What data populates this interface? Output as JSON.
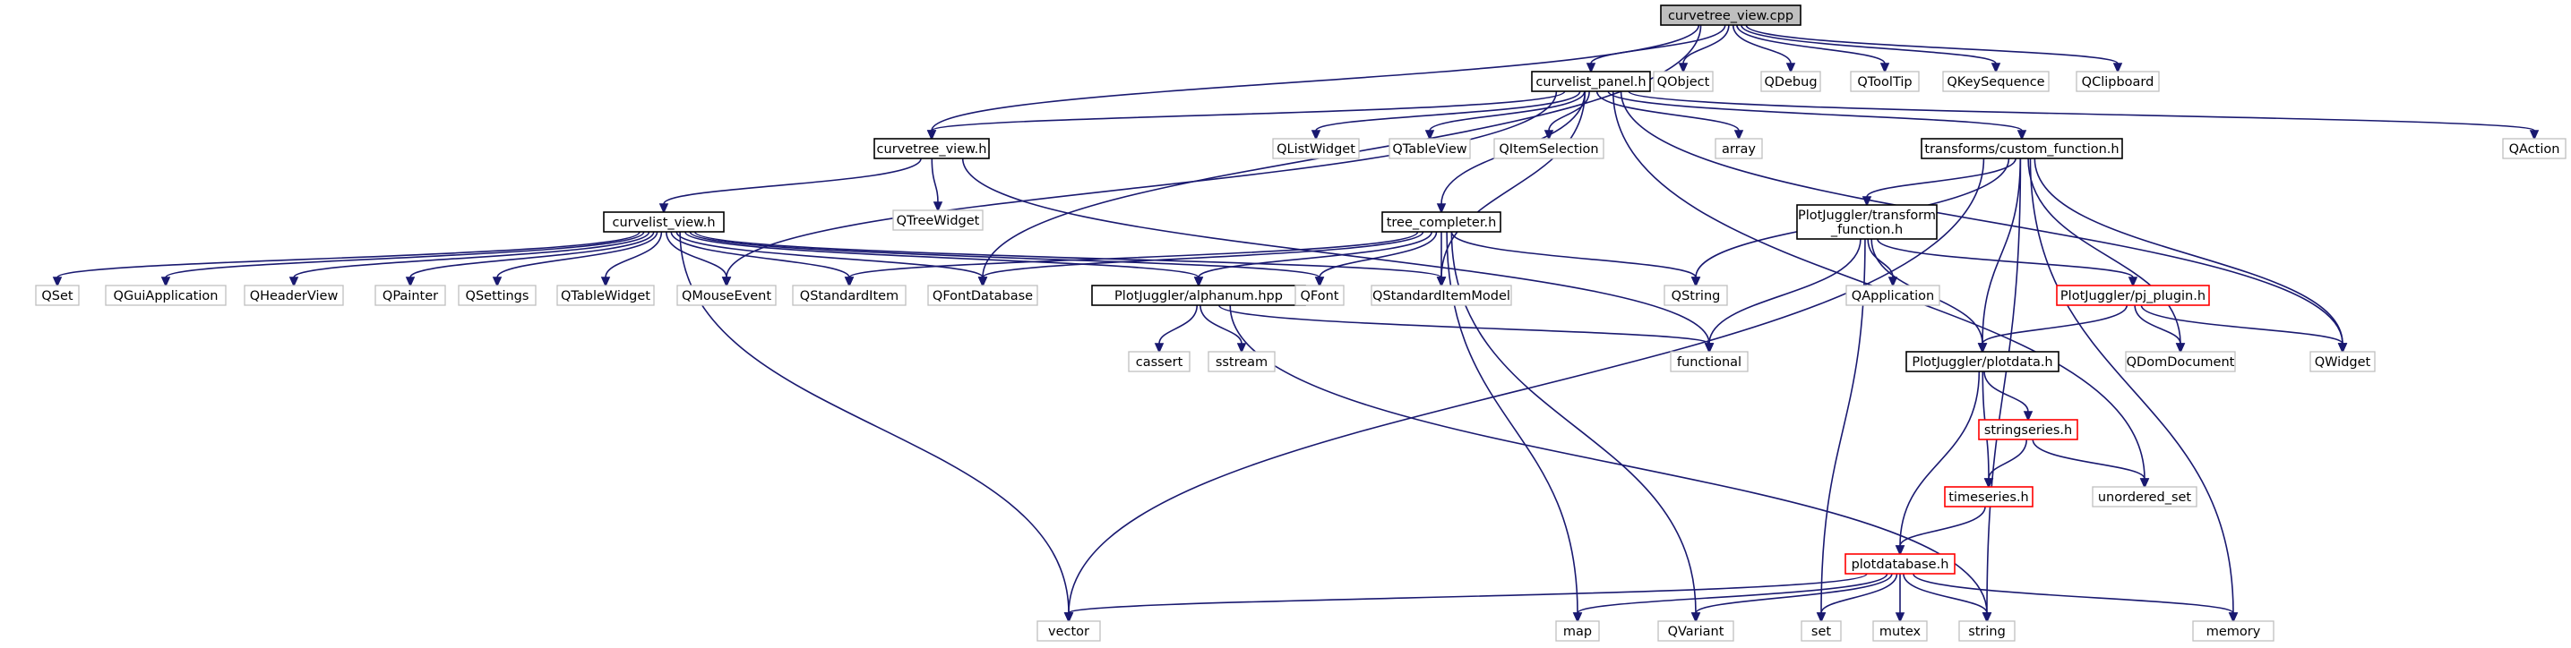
{
  "graph": {
    "edge_color": "#191970",
    "colors": {
      "root_fill": "#bfbfbf",
      "internal_border": "#000000",
      "missing_border": "#ff0000",
      "external_border": "#bfbfbf"
    },
    "nodes": [
      {
        "id": "root",
        "label": "curvetree_view.cpp",
        "kind": "root"
      },
      {
        "id": "cpanel",
        "label": "curvelist_panel.h",
        "kind": "internal"
      },
      {
        "id": "qobject",
        "label": "QObject",
        "kind": "external"
      },
      {
        "id": "qdebug",
        "label": "QDebug",
        "kind": "external"
      },
      {
        "id": "qtooltip",
        "label": "QToolTip",
        "kind": "external"
      },
      {
        "id": "qkeyseq",
        "label": "QKeySequence",
        "kind": "external"
      },
      {
        "id": "qclip",
        "label": "QClipboard",
        "kind": "external"
      },
      {
        "id": "ctview",
        "label": "curvetree_view.h",
        "kind": "internal"
      },
      {
        "id": "qlistw",
        "label": "QListWidget",
        "kind": "external"
      },
      {
        "id": "qtablev",
        "label": "QTableView",
        "kind": "external"
      },
      {
        "id": "qitemsel",
        "label": "QItemSelection",
        "kind": "external"
      },
      {
        "id": "array",
        "label": "array",
        "kind": "external"
      },
      {
        "id": "tcustom",
        "label": "transforms/custom_function.h",
        "kind": "internal"
      },
      {
        "id": "qaction",
        "label": "QAction",
        "kind": "external"
      },
      {
        "id": "qtreew",
        "label": "QTreeWidget",
        "kind": "external"
      },
      {
        "id": "clview",
        "label": "curvelist_view.h",
        "kind": "internal"
      },
      {
        "id": "tcompl",
        "label": "tree_completer.h",
        "kind": "internal"
      },
      {
        "id": "ptrans",
        "label": "PlotJuggler/transform\n_function.h",
        "kind": "internal"
      },
      {
        "id": "qset",
        "label": "QSet",
        "kind": "external"
      },
      {
        "id": "qguiapp",
        "label": "QGuiApplication",
        "kind": "external"
      },
      {
        "id": "qheader",
        "label": "QHeaderView",
        "kind": "external"
      },
      {
        "id": "qpainter",
        "label": "QPainter",
        "kind": "external"
      },
      {
        "id": "qsettings",
        "label": "QSettings",
        "kind": "external"
      },
      {
        "id": "qtablew",
        "label": "QTableWidget",
        "kind": "external"
      },
      {
        "id": "qmouse",
        "label": "QMouseEvent",
        "kind": "external"
      },
      {
        "id": "qstditem",
        "label": "QStandardItem",
        "kind": "external"
      },
      {
        "id": "qfontdb",
        "label": "QFontDatabase",
        "kind": "external"
      },
      {
        "id": "palpha",
        "label": "PlotJuggler/alphanum.hpp",
        "kind": "internal"
      },
      {
        "id": "qfont",
        "label": "QFont",
        "kind": "external"
      },
      {
        "id": "qstdmodel",
        "label": "QStandardItemModel",
        "kind": "external"
      },
      {
        "id": "qstring",
        "label": "QString",
        "kind": "external"
      },
      {
        "id": "qapp",
        "label": "QApplication",
        "kind": "external"
      },
      {
        "id": "ppjplugin",
        "label": "PlotJuggler/pj_plugin.h",
        "kind": "missing"
      },
      {
        "id": "qwidget",
        "label": "QWidget",
        "kind": "external"
      },
      {
        "id": "cassert",
        "label": "cassert",
        "kind": "external"
      },
      {
        "id": "sstream",
        "label": "sstream",
        "kind": "external"
      },
      {
        "id": "functional",
        "label": "functional",
        "kind": "external"
      },
      {
        "id": "pplotdata",
        "label": "PlotJuggler/plotdata.h",
        "kind": "internal"
      },
      {
        "id": "qdomdoc",
        "label": "QDomDocument",
        "kind": "external"
      },
      {
        "id": "strseries",
        "label": "stringseries.h",
        "kind": "missing"
      },
      {
        "id": "timeseries",
        "label": "timeseries.h",
        "kind": "missing"
      },
      {
        "id": "unordset",
        "label": "unordered_set",
        "kind": "external"
      },
      {
        "id": "plotdb",
        "label": "plotdatabase.h",
        "kind": "missing"
      },
      {
        "id": "vector",
        "label": "vector",
        "kind": "external"
      },
      {
        "id": "map",
        "label": "map",
        "kind": "external"
      },
      {
        "id": "qvariant",
        "label": "QVariant",
        "kind": "external"
      },
      {
        "id": "set",
        "label": "set",
        "kind": "external"
      },
      {
        "id": "mutex",
        "label": "mutex",
        "kind": "external"
      },
      {
        "id": "string",
        "label": "string",
        "kind": "external"
      },
      {
        "id": "memory",
        "label": "memory",
        "kind": "external"
      }
    ],
    "edges": [
      [
        "root",
        "cpanel"
      ],
      [
        "root",
        "qobject"
      ],
      [
        "root",
        "qdebug"
      ],
      [
        "root",
        "qtooltip"
      ],
      [
        "root",
        "qkeyseq"
      ],
      [
        "root",
        "qclip"
      ],
      [
        "root",
        "ctview"
      ],
      [
        "root",
        "qfontdb"
      ],
      [
        "cpanel",
        "ctview"
      ],
      [
        "cpanel",
        "qlistw"
      ],
      [
        "cpanel",
        "qtablev"
      ],
      [
        "cpanel",
        "qitemsel"
      ],
      [
        "cpanel",
        "array"
      ],
      [
        "cpanel",
        "tcustom"
      ],
      [
        "cpanel",
        "qaction"
      ],
      [
        "cpanel",
        "tcompl"
      ],
      [
        "cpanel",
        "qmouse"
      ],
      [
        "cpanel",
        "qstdmodel"
      ],
      [
        "cpanel",
        "qwidget"
      ],
      [
        "cpanel",
        "unordset"
      ],
      [
        "ctview",
        "qtreew"
      ],
      [
        "ctview",
        "clview"
      ],
      [
        "ctview",
        "functional"
      ],
      [
        "clview",
        "qset"
      ],
      [
        "clview",
        "qguiapp"
      ],
      [
        "clview",
        "qheader"
      ],
      [
        "clview",
        "qpainter"
      ],
      [
        "clview",
        "qsettings"
      ],
      [
        "clview",
        "qtablew"
      ],
      [
        "clview",
        "qmouse"
      ],
      [
        "clview",
        "qstditem"
      ],
      [
        "clview",
        "qfontdb"
      ],
      [
        "clview",
        "palpha"
      ],
      [
        "clview",
        "qfont"
      ],
      [
        "clview",
        "qstdmodel"
      ],
      [
        "clview",
        "vector"
      ],
      [
        "tcompl",
        "qstditem"
      ],
      [
        "tcompl",
        "qfontdb"
      ],
      [
        "tcompl",
        "palpha"
      ],
      [
        "tcompl",
        "qfont"
      ],
      [
        "tcompl",
        "qstdmodel"
      ],
      [
        "tcompl",
        "qstring"
      ],
      [
        "tcompl",
        "map"
      ],
      [
        "tcompl",
        "qvariant"
      ],
      [
        "palpha",
        "cassert"
      ],
      [
        "palpha",
        "sstream"
      ],
      [
        "palpha",
        "functional"
      ],
      [
        "palpha",
        "string"
      ],
      [
        "tcustom",
        "ptrans"
      ],
      [
        "tcustom",
        "pplotdata"
      ],
      [
        "tcustom",
        "qstring"
      ],
      [
        "tcustom",
        "qwidget"
      ],
      [
        "tcustom",
        "qdomdoc"
      ],
      [
        "tcustom",
        "vector"
      ],
      [
        "tcustom",
        "string"
      ],
      [
        "tcustom",
        "memory"
      ],
      [
        "ptrans",
        "qapp"
      ],
      [
        "ptrans",
        "ppjplugin"
      ],
      [
        "ptrans",
        "pplotdata"
      ],
      [
        "ptrans",
        "functional"
      ],
      [
        "ptrans",
        "set"
      ],
      [
        "ppjplugin",
        "pplotdata"
      ],
      [
        "ppjplugin",
        "qwidget"
      ],
      [
        "ppjplugin",
        "qdomdoc"
      ],
      [
        "pplotdata",
        "strseries"
      ],
      [
        "pplotdata",
        "timeseries"
      ],
      [
        "pplotdata",
        "plotdb"
      ],
      [
        "strseries",
        "timeseries"
      ],
      [
        "strseries",
        "unordset"
      ],
      [
        "timeseries",
        "plotdb"
      ],
      [
        "plotdb",
        "vector"
      ],
      [
        "plotdb",
        "map"
      ],
      [
        "plotdb",
        "qvariant"
      ],
      [
        "plotdb",
        "set"
      ],
      [
        "plotdb",
        "mutex"
      ],
      [
        "plotdb",
        "string"
      ],
      [
        "plotdb",
        "memory"
      ]
    ]
  }
}
